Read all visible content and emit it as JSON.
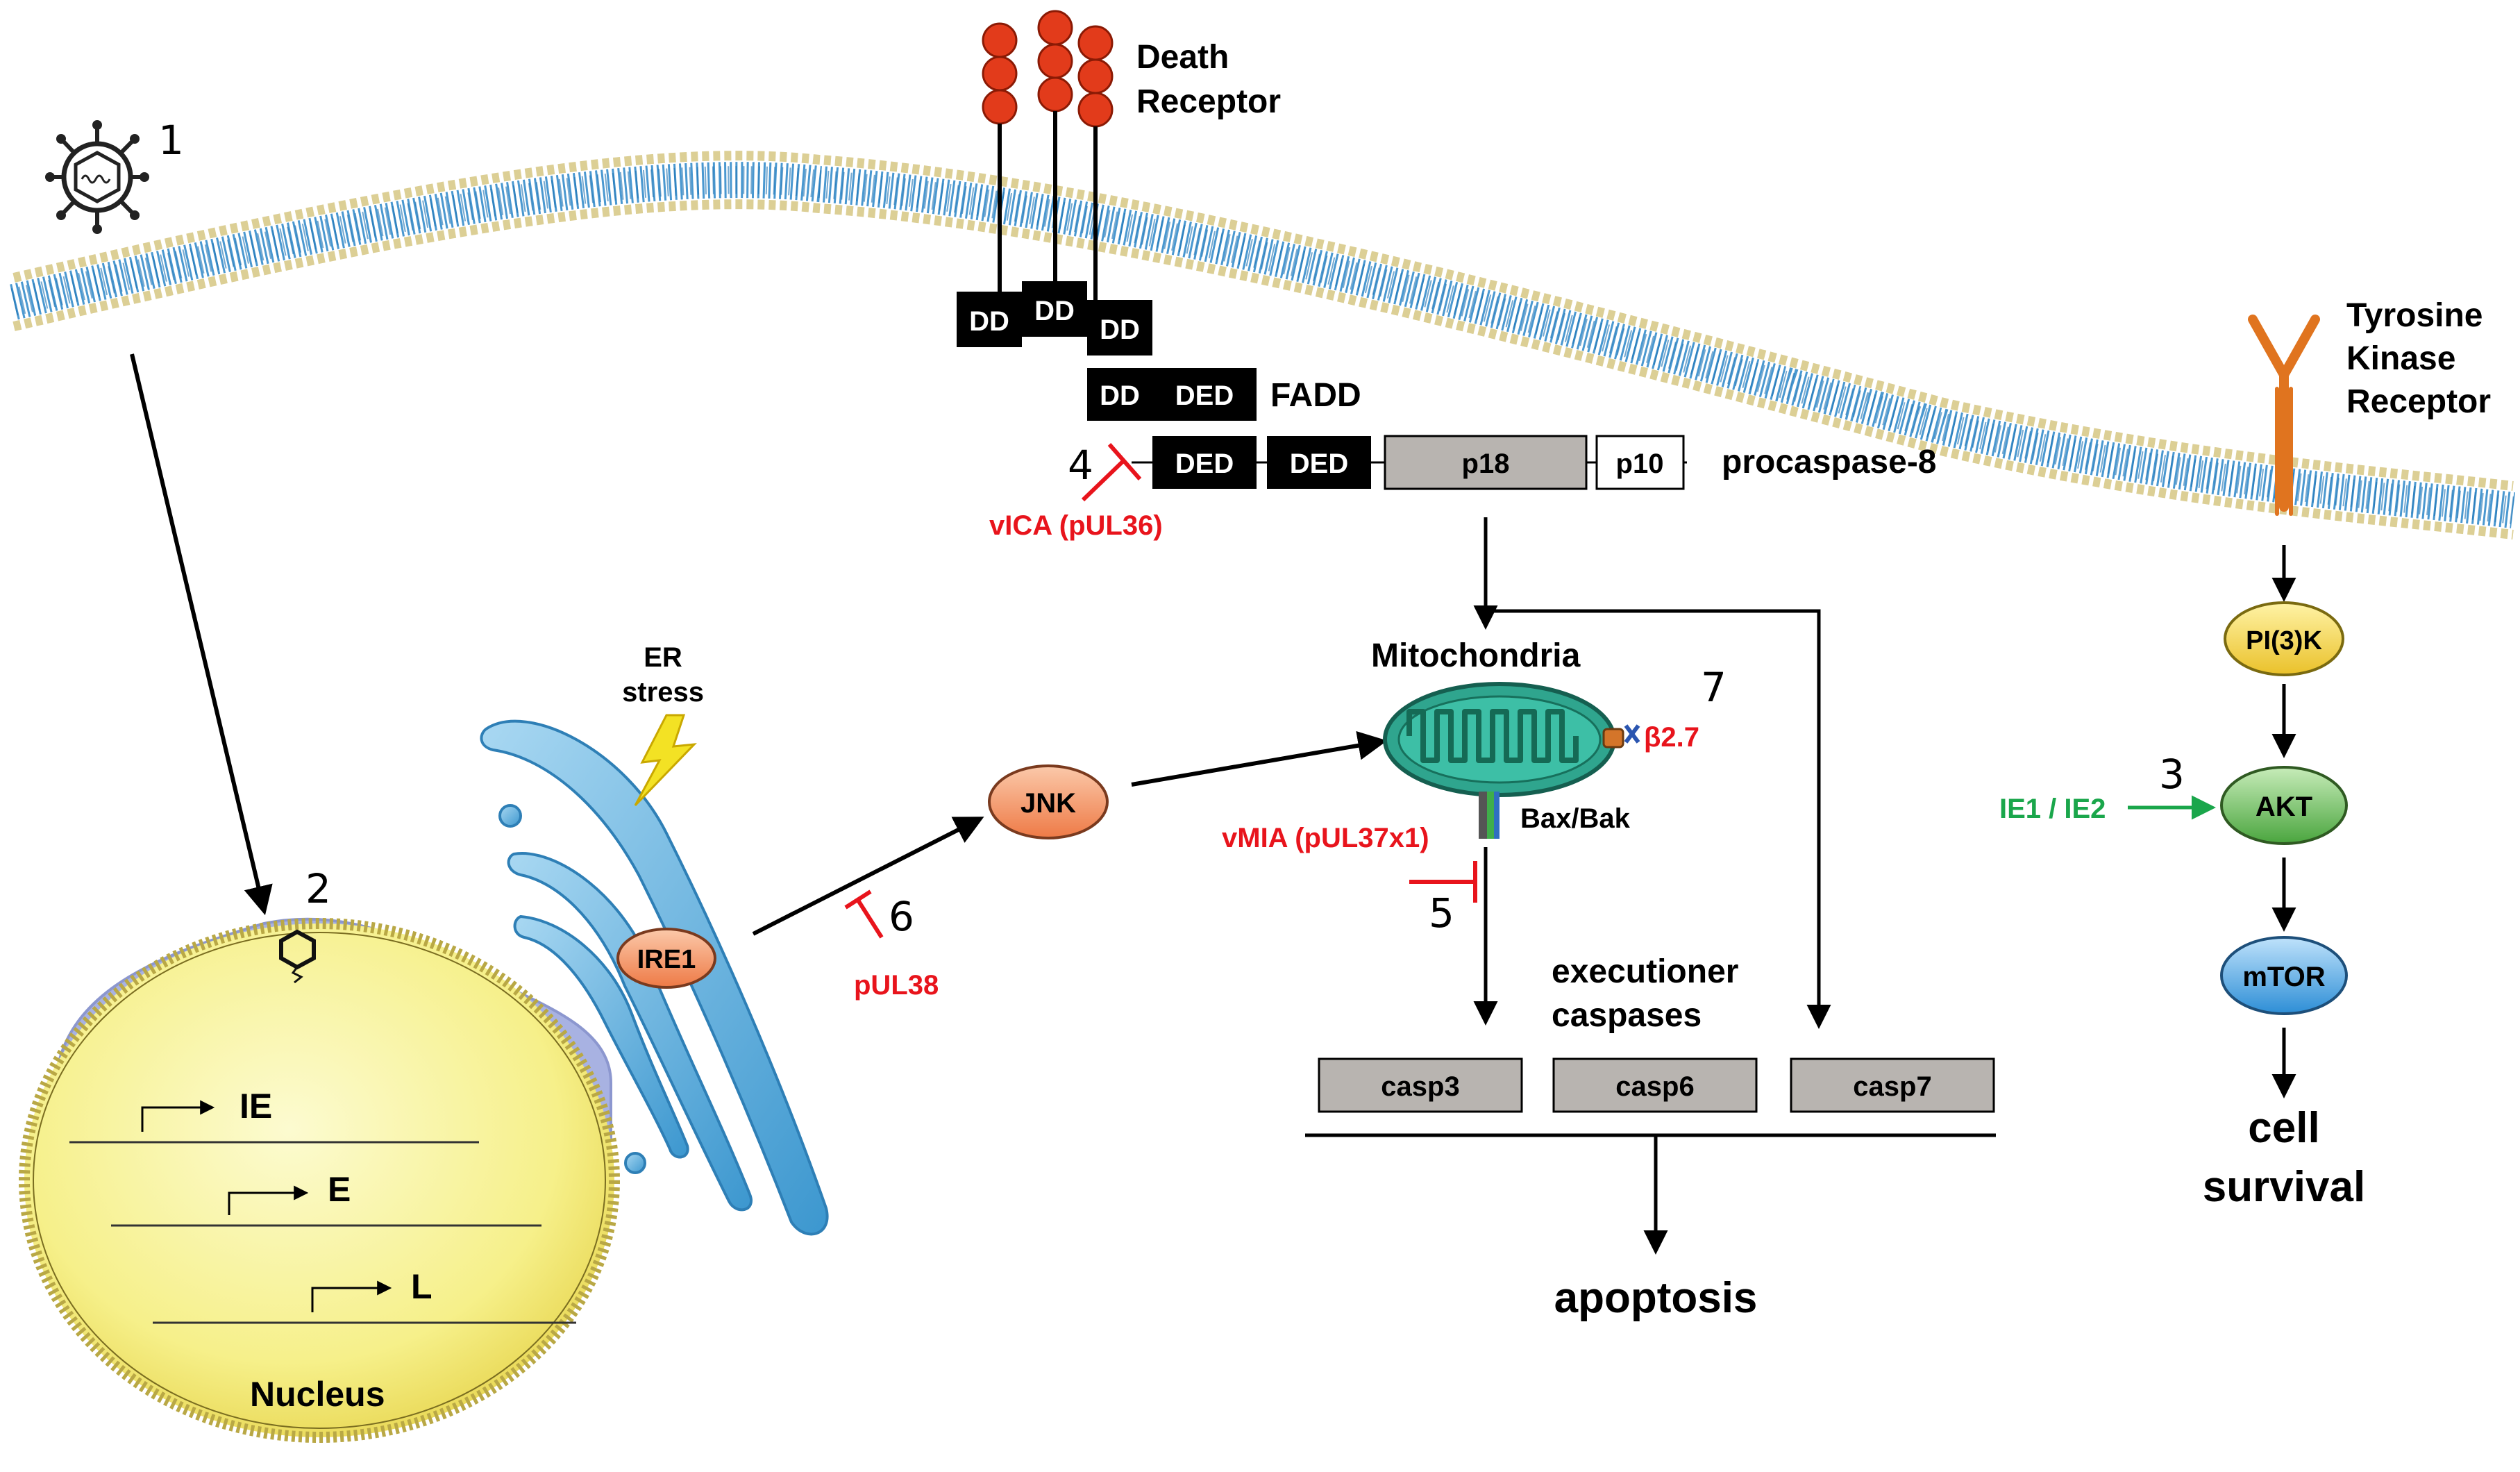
{
  "labels": {
    "death_receptor_line1": "Death",
    "death_receptor_line2": "Receptor",
    "dd": "DD",
    "ded": "DED",
    "fadd": "FADD",
    "p18": "p18",
    "p10": "p10",
    "procaspase8": "procaspase-8",
    "vica": "vICA (pUL36)",
    "tyrosine_line1": "Tyrosine",
    "tyrosine_line2": "Kinase",
    "tyrosine_line3": "Receptor",
    "pi3k": "PI(3)K",
    "akt": "AKT",
    "mtor": "mTOR",
    "cell_survival_line1": "cell",
    "cell_survival_line2": "survival",
    "ie1_ie2": "IE1 / IE2",
    "mitochondria": "Mitochondria",
    "beta27": "β2.7",
    "bax_bak": "Bax/Bak",
    "vmia": "vMIA (pUL37x1)",
    "executioner_line1": "executioner",
    "executioner_line2": "caspases",
    "casp3": "casp3",
    "casp6": "casp6",
    "casp7": "casp7",
    "apoptosis": "apoptosis",
    "jnk": "JNK",
    "ire1": "IRE1",
    "er_stress_line1": "ER",
    "er_stress_line2": "stress",
    "pul38": "pUL38",
    "ie": "IE",
    "e": "E",
    "l": "L",
    "nucleus": "Nucleus"
  },
  "step_numbers": {
    "n1": "1",
    "n2": "2",
    "n3": "3",
    "n4": "4",
    "n5": "5",
    "n6": "6",
    "n7": "7"
  },
  "colors": {
    "viral_inhibitor": "#e8141c",
    "viral_activator": "#1aa64b",
    "membrane_tails": "#2a86c8",
    "membrane_heads": "#f3e6b0",
    "receptor_bead": "#e23b1b",
    "tyrosine_receptor": "#e0741f",
    "er": "#5aaedb",
    "nucleus": "#f6f08a",
    "nuclear_envelope": "#9aa6d8",
    "mitochondria": "#2fa58e",
    "caspase_box": "#b8b4b0",
    "ire1_jnk_node": "#f08a5d",
    "pi3k_node": "#f4d23c",
    "akt_node": "#4caf50",
    "mtor_node": "#3a9bd8"
  }
}
